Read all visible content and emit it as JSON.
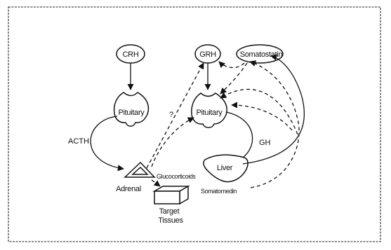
{
  "nodes": {
    "crh": "CRH",
    "pituitary_left": "Pituitary",
    "adrenal": "Adrenal",
    "grh": "GRH",
    "somatostatin": "Somatostatin",
    "pituitary_right": "Pituitary",
    "liver": "Liver",
    "target_tissues_line1": "Target",
    "target_tissues_line2": "Tissues"
  },
  "labels": {
    "acth": "ACTH",
    "gh": "GH",
    "glucocorticoids": "Glucocorticoids",
    "somatomedin": "Somatomedin",
    "unknown_effect": "?"
  }
}
